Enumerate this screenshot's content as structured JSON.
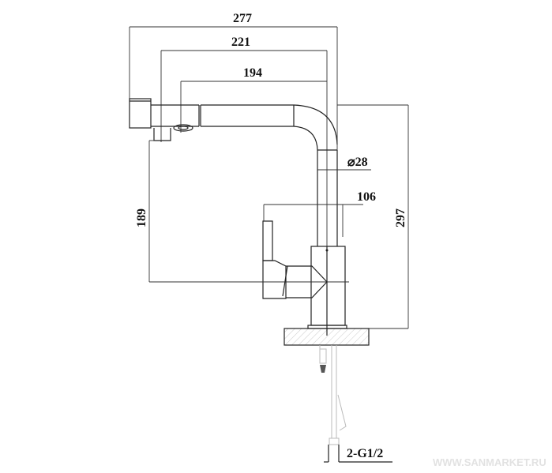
{
  "dimensions": {
    "overall_reach": "277",
    "reach_221": "221",
    "reach_194": "194",
    "pipe_diameter": "⌀28",
    "handle_offset": "106",
    "height_189": "189",
    "total_height": "297",
    "connection": "2-G1/2"
  },
  "watermark": "WWW.SANMARKET.RU"
}
